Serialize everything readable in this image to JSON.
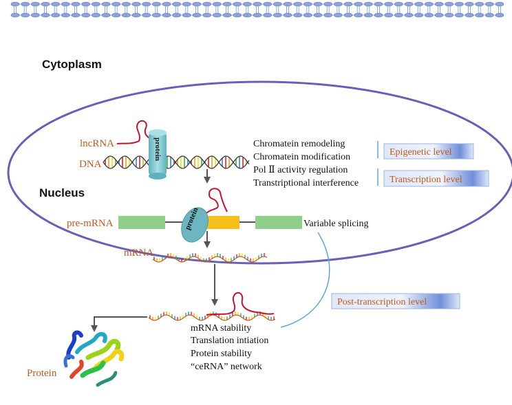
{
  "compartments": {
    "cytoplasm": "Cytoplasm",
    "nucleus": "Nucleus"
  },
  "molecules": {
    "lncrna": "lncRNA",
    "dna": "DNA",
    "protein_tag": "protein",
    "pre_mrna": "pre-mRNA",
    "mrna": "mRNA",
    "protein_product": "Protein"
  },
  "epigenetic_functions": [
    "Chromatein remodeling",
    "Chromatein modification"
  ],
  "transcription_functions": [
    "Pol Ⅱ activity regulation",
    "Transtriptional interference"
  ],
  "splicing_label": "Variable splicing",
  "post_transcription_functions": [
    "mRNA stability",
    "Translation intiation",
    "Protein stability",
    "“ceRNA” network"
  ],
  "levels": {
    "epigenetic": "Epigenetic level",
    "transcription": "Transcription level",
    "post_transcription": "Post-transcription level"
  },
  "colors": {
    "nucleus_border": "#6a5fb8",
    "membrane": "#6f86c8",
    "exon": "#8fcf8a",
    "intron_box": "#f7bf1a",
    "protein_blob": "#7fc7cf",
    "lncrna": "#c8102e",
    "label_orange": "#c05a1a",
    "arrow": "#555555",
    "splice_curve": "#5aa7d6"
  }
}
